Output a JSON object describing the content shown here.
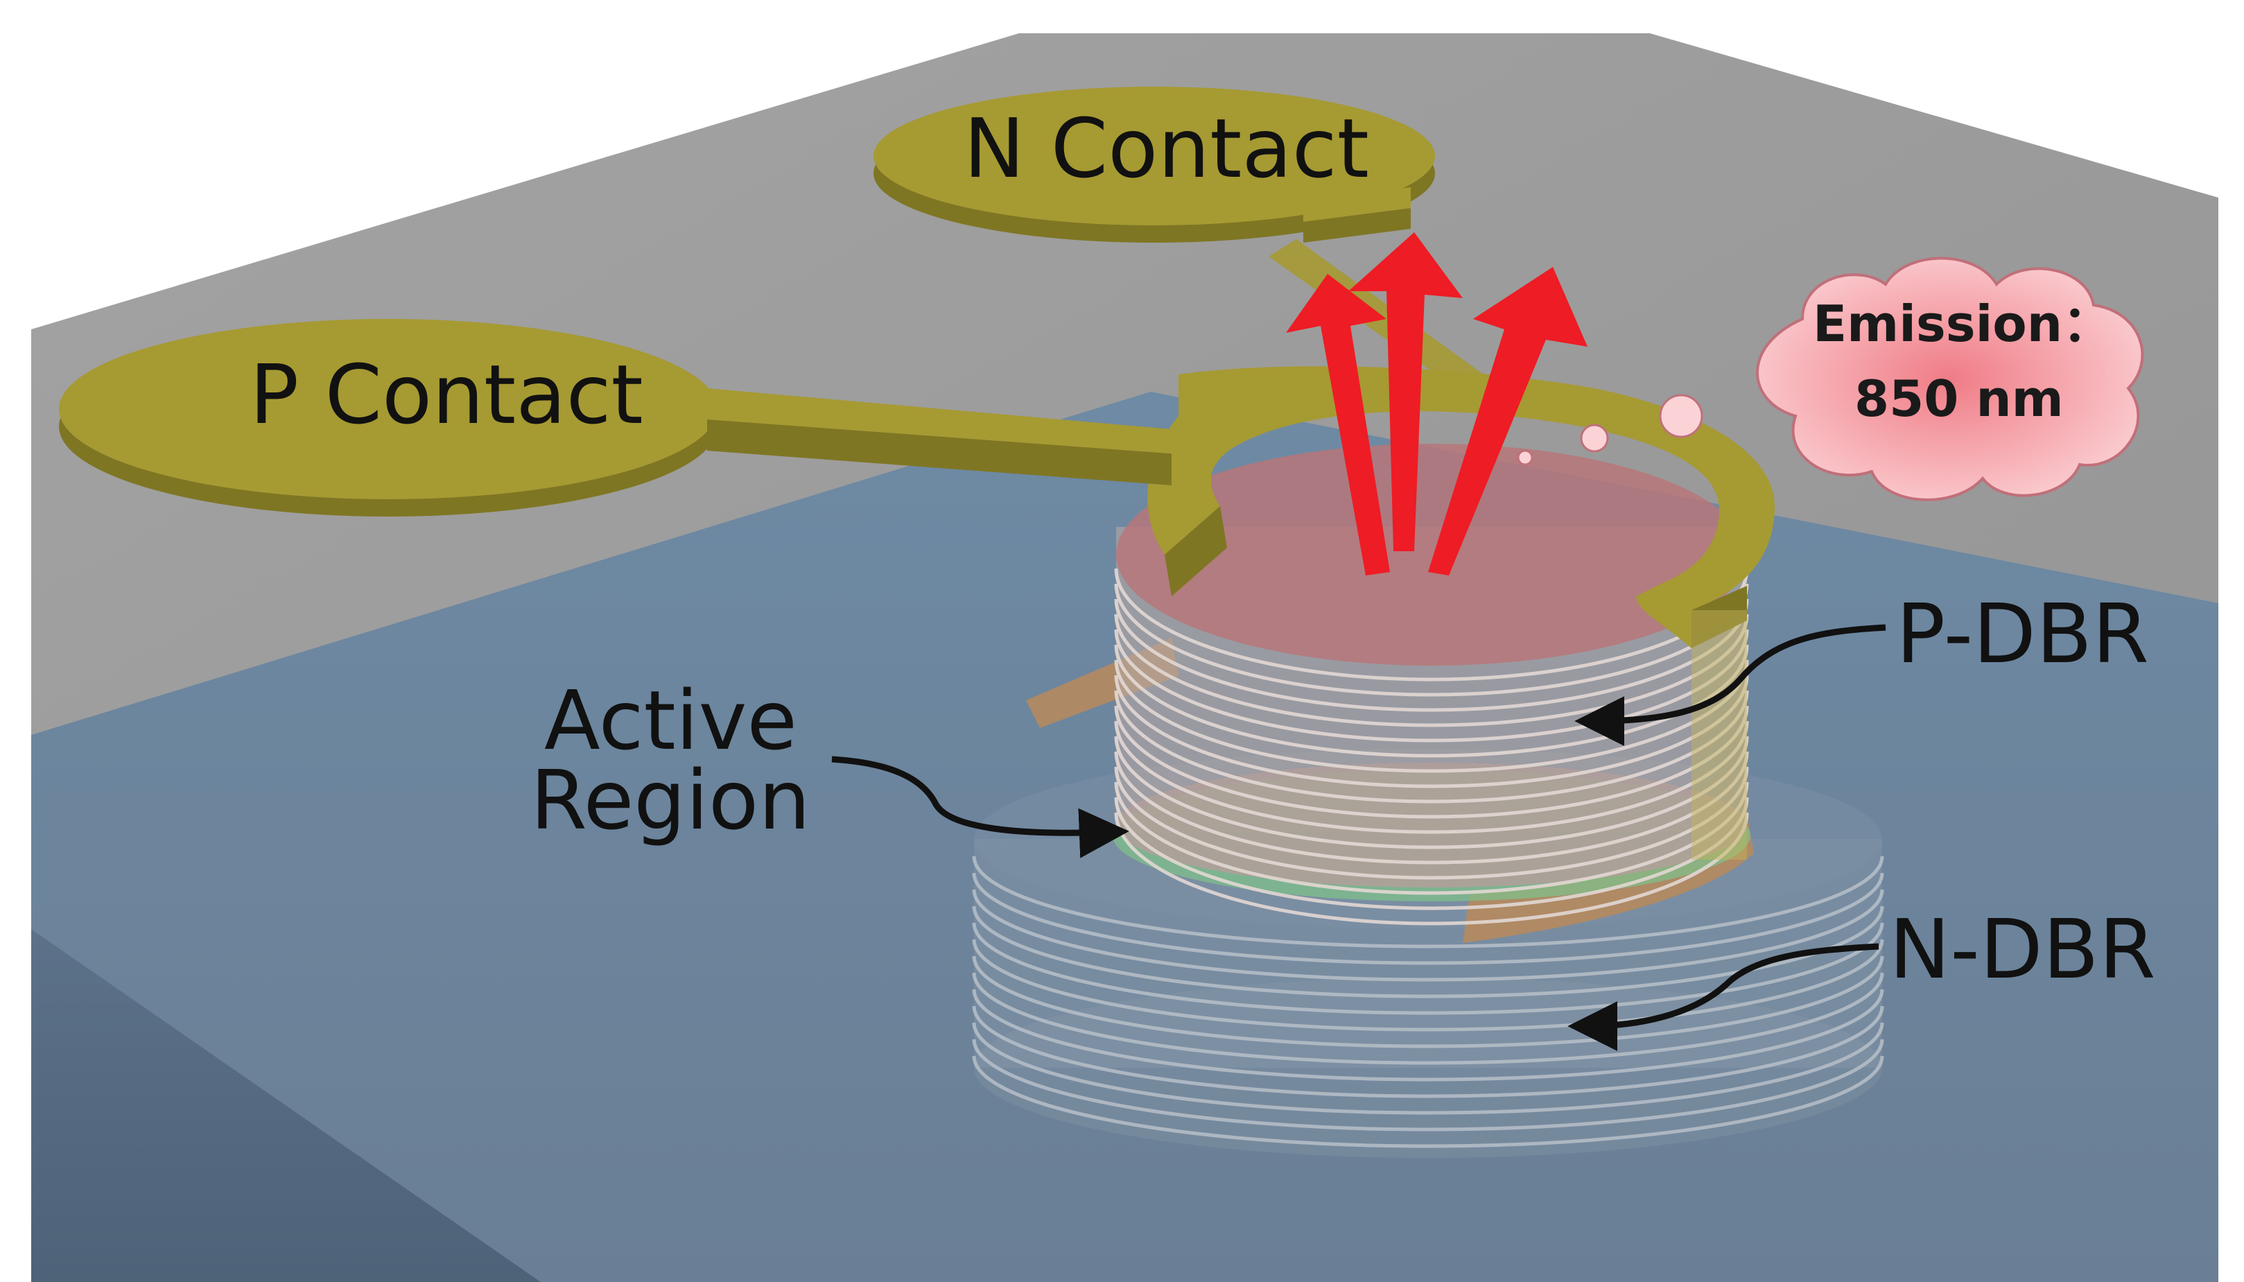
{
  "labels": {
    "n_contact": "N Contact",
    "p_contact": "P Contact",
    "emission_line1": "Emission：",
    "emission_line2": "850 nm",
    "p_dbr": "P-DBR",
    "n_dbr": "N-DBR",
    "active_line1": "Active",
    "active_line2": "Region"
  },
  "colors": {
    "substrate_top": "#9c9c9c",
    "substrate_blue": "#6b819a",
    "contact_gold": "#a69a33",
    "contact_gold_dark": "#7f7624",
    "emission_red": "#ee1c24",
    "bubble_fill": "#f7b2b7",
    "active_green": "#7fbf8a",
    "aperture_pink": "#b7777a"
  },
  "icons": {
    "emission_arrows": "arrow-up-icon",
    "emission_bubble": "cloud-icon",
    "leader_arrows": "arrow-icon"
  }
}
